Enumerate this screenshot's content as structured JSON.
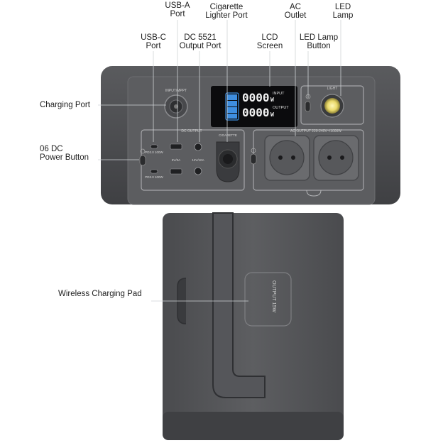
{
  "labels": {
    "usb_a": [
      "USB-A",
      "Port"
    ],
    "cigarette": [
      "Cigarette",
      "Lighter Port"
    ],
    "ac_outlet": [
      "AC",
      "Outlet"
    ],
    "led_lamp": [
      "LED",
      "Lamp"
    ],
    "usb_c": [
      "USB-C",
      "Port"
    ],
    "dc5521": [
      "DC 5521",
      "Output Port"
    ],
    "lcd_screen": [
      "LCD",
      "Screen"
    ],
    "led_lamp_button": [
      "LED Lamp",
      "Button"
    ],
    "charging_port": "Charging Port",
    "dc_power_button": [
      "06 DC",
      "Power Button"
    ],
    "wireless_pad": "Wireless Charging Pad"
  },
  "panel": {
    "input_label": "INPUT/MPPT",
    "dc_output_label": "DC OUTPUT",
    "cigarette_label": "CIGARETTE",
    "ac_output_label": "AC OUTPUT 220-240V~/1000W",
    "light_label": "LIGHT",
    "pd1_label": "PD3.0 100W",
    "pd2_label": "PD3.0 100W",
    "usb_a_spec": "5V/3A",
    "dc_spec": "12V/10A",
    "lcd_input_value": "0000",
    "lcd_input_unit": "W",
    "lcd_input_label": "INPUT",
    "lcd_output_value": "0000",
    "lcd_output_unit": "W",
    "lcd_output_label": "OUTPUT",
    "lcd_battery_segments": [
      "100%",
      "75%",
      "50%",
      "25%"
    ],
    "wireless_text": "OUTPUT 15W"
  },
  "colors": {
    "body": "#4c4d50",
    "panel": "#5e5f62",
    "panel_line": "#9a9b9e",
    "lcd_bg": "#0b0b0d",
    "lcd_blue": "#3e8ee0",
    "lamp_yellow": "#f6e27a",
    "socket": "#6a6b6e"
  }
}
